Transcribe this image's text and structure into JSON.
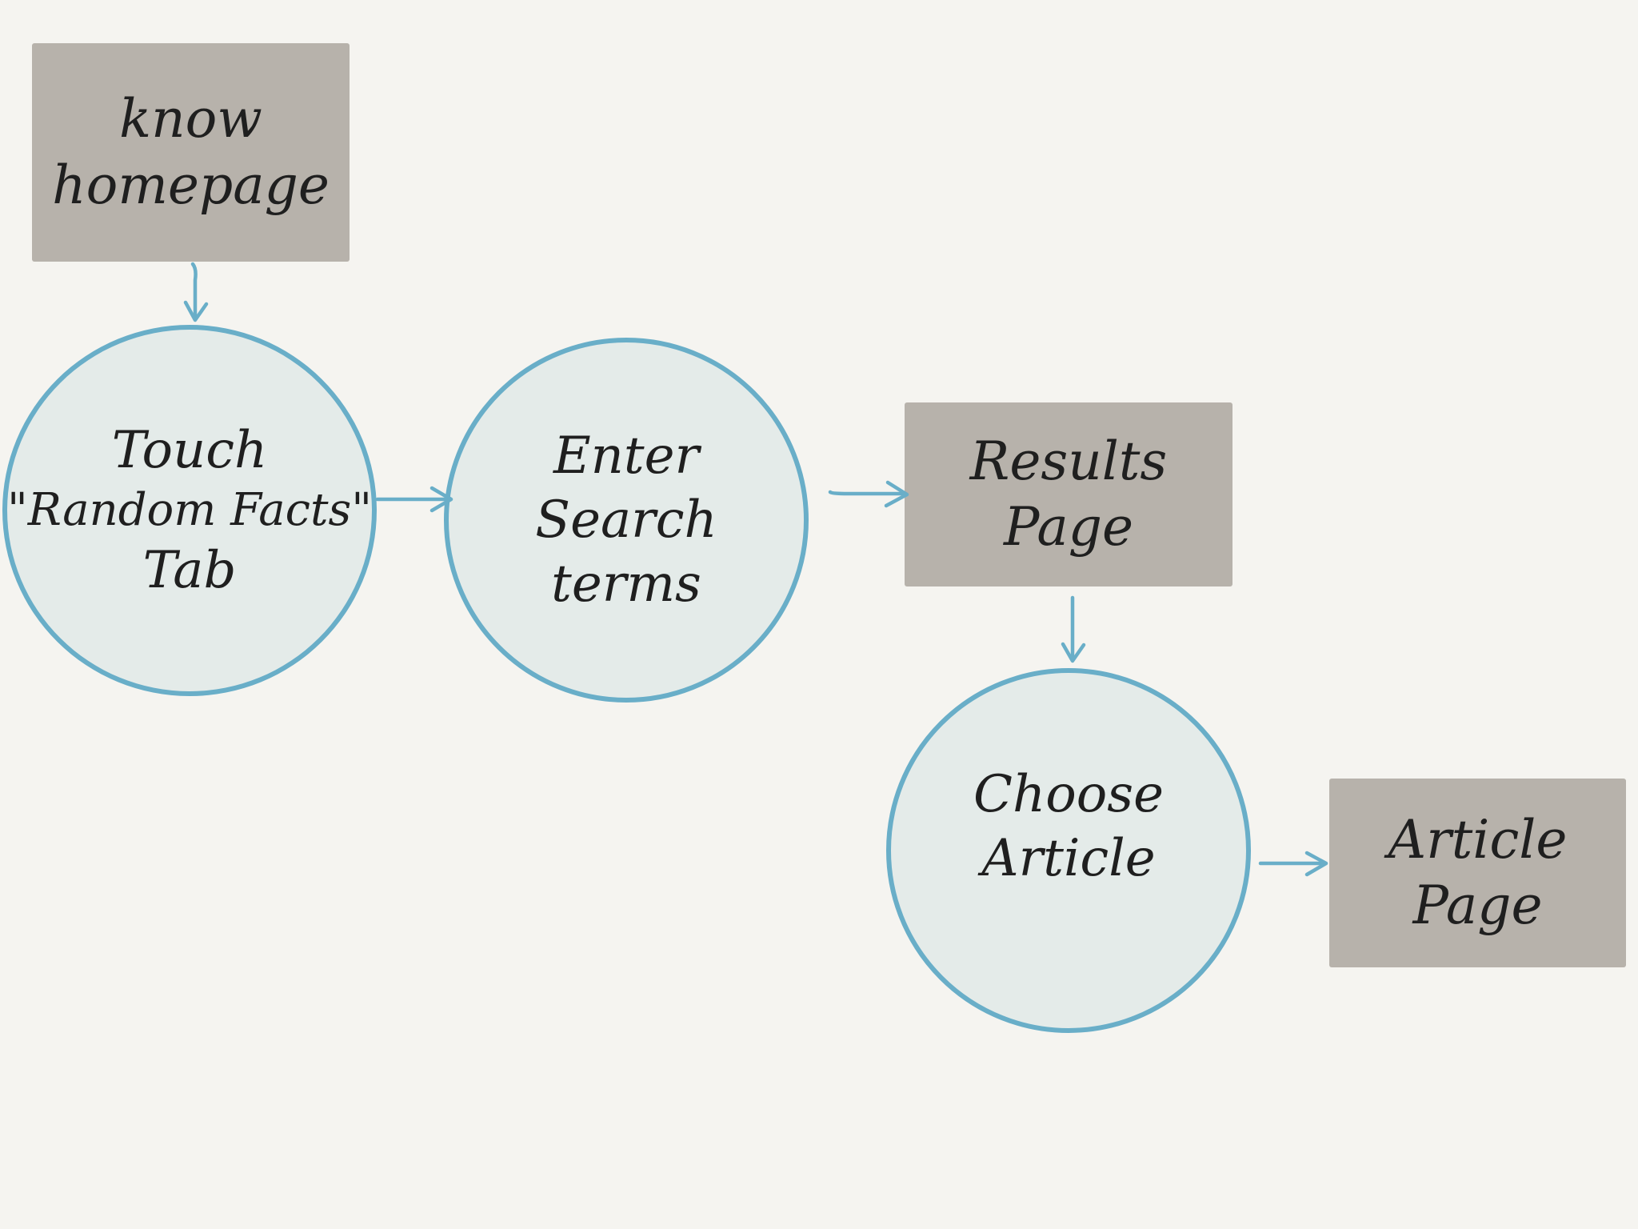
{
  "nodes": {
    "homepage": {
      "line1": "know",
      "line2": "homepage"
    },
    "touch_tab": {
      "line1": "Touch",
      "line2": "\"Random Facts\"",
      "line3": "Tab"
    },
    "enter_search": {
      "line1": "Enter",
      "line2": "Search",
      "line3": "terms"
    },
    "results_page": {
      "line1": "Results",
      "line2": "Page"
    },
    "choose_article": {
      "line1": "Choose",
      "line2": "Article"
    },
    "article_page": {
      "line1": "Article",
      "line2": "Page"
    }
  },
  "edges": [
    {
      "from": "homepage",
      "to": "touch_tab"
    },
    {
      "from": "touch_tab",
      "to": "enter_search"
    },
    {
      "from": "enter_search",
      "to": "results_page"
    },
    {
      "from": "results_page",
      "to": "choose_article"
    },
    {
      "from": "choose_article",
      "to": "article_page"
    }
  ],
  "colors": {
    "page_box": "#b7b2ab",
    "action_circle_fill": "#e4ebe9",
    "action_circle_stroke": "#69aec8",
    "arrow": "#69aec8",
    "text": "#1f1f1f"
  }
}
